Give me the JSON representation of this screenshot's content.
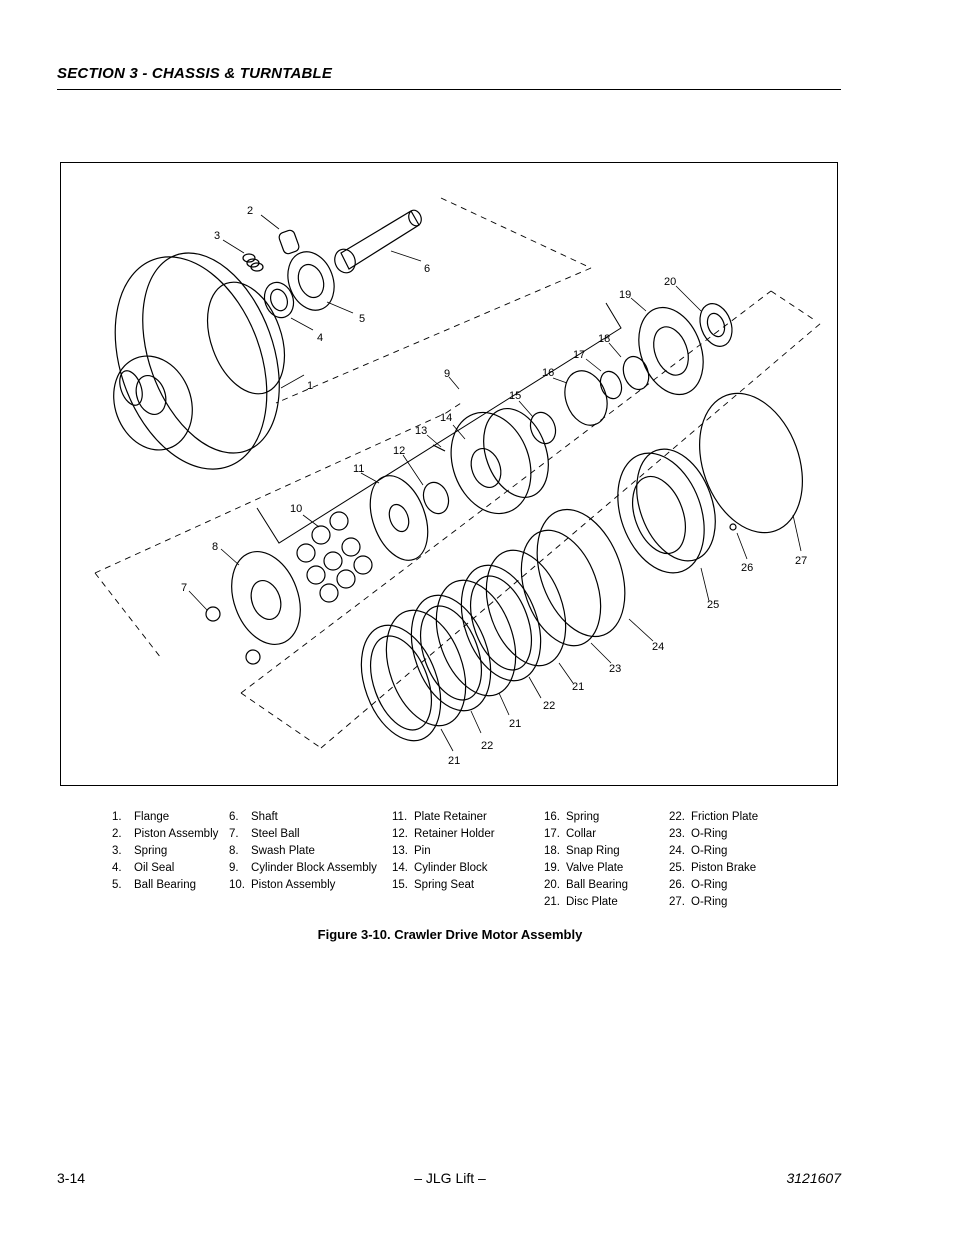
{
  "header": {
    "section_title": "SECTION 3 - CHASSIS & TURNTABLE"
  },
  "figure": {
    "callouts": [
      "1",
      "2",
      "3",
      "4",
      "5",
      "6",
      "7",
      "8",
      "9",
      "10",
      "11",
      "12",
      "13",
      "14",
      "15",
      "16",
      "17",
      "18",
      "19",
      "20",
      "21",
      "22",
      "21",
      "22",
      "23",
      "24",
      "25",
      "26",
      "27",
      "21"
    ]
  },
  "legend": {
    "columns": [
      [
        {
          "num": "1.",
          "label": "Flange"
        },
        {
          "num": "2.",
          "label": "Piston Assembly"
        },
        {
          "num": "3.",
          "label": "Spring"
        },
        {
          "num": "4.",
          "label": "Oil Seal"
        },
        {
          "num": "5.",
          "label": "Ball Bearing"
        }
      ],
      [
        {
          "num": "6.",
          "label": "Shaft"
        },
        {
          "num": "7.",
          "label": "Steel Ball"
        },
        {
          "num": "8.",
          "label": "Swash Plate"
        },
        {
          "num": "9.",
          "label": "Cylinder Block Assembly"
        },
        {
          "num": "10.",
          "label": "Piston Assembly"
        }
      ],
      [
        {
          "num": "11.",
          "label": "Plate Retainer"
        },
        {
          "num": "12.",
          "label": "Retainer Holder"
        },
        {
          "num": "13.",
          "label": "Pin"
        },
        {
          "num": "14.",
          "label": "Cylinder Block"
        },
        {
          "num": "15.",
          "label": "Spring Seat"
        }
      ],
      [
        {
          "num": "16.",
          "label": "Spring"
        },
        {
          "num": "17.",
          "label": "Collar"
        },
        {
          "num": "18.",
          "label": "Snap Ring"
        },
        {
          "num": "19.",
          "label": "Valve Plate"
        },
        {
          "num": "20.",
          "label": "Ball Bearing"
        },
        {
          "num": "21.",
          "label": "Disc Plate"
        }
      ],
      [
        {
          "num": "22.",
          "label": "Friction Plate"
        },
        {
          "num": "23.",
          "label": "O-Ring"
        },
        {
          "num": "24.",
          "label": "O-Ring"
        },
        {
          "num": "25.",
          "label": "Piston Brake"
        },
        {
          "num": "26.",
          "label": "O-Ring"
        },
        {
          "num": "27.",
          "label": "O-Ring"
        }
      ]
    ]
  },
  "caption": "Figure 3-10.  Crawler Drive Motor Assembly",
  "footer": {
    "page_number": "3-14",
    "center": "– JLG Lift –",
    "doc_number": "3121607"
  }
}
